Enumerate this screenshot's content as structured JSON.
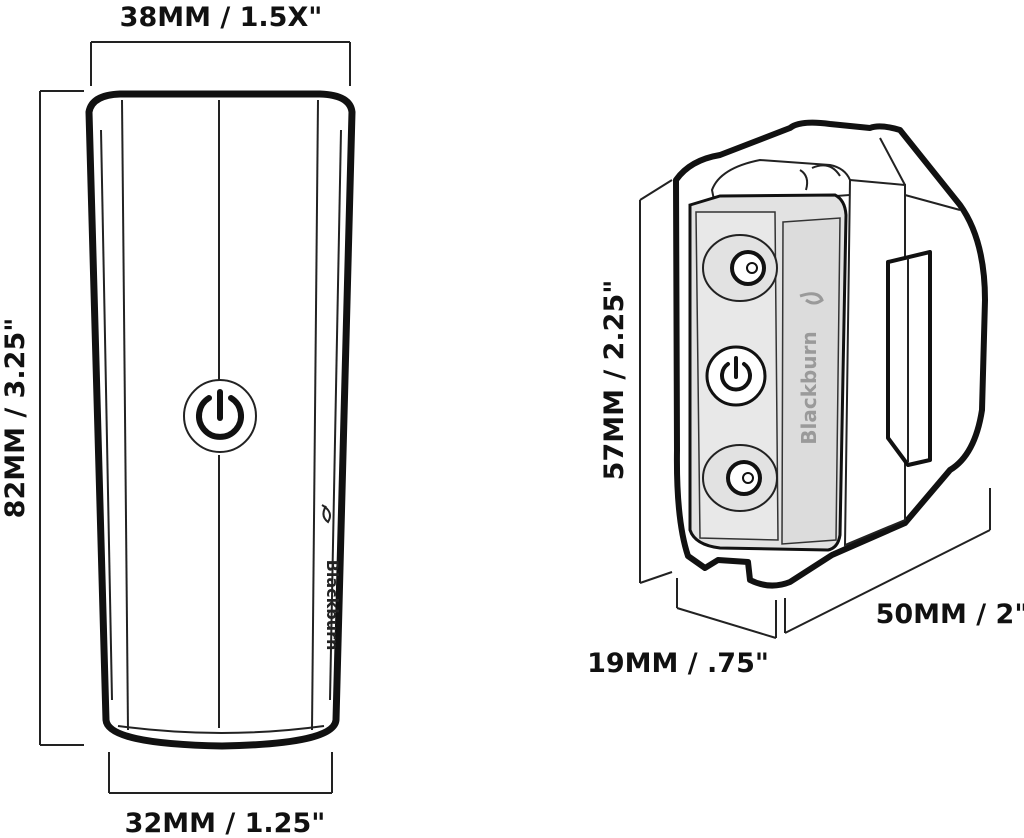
{
  "dimensions": {
    "front_top_width": "38MM / 1.5X\"",
    "front_height": "82MM / 3.25\"",
    "front_bottom_width": "32MM / 1.25\"",
    "side_height": "57MM / 2.25\"",
    "side_depth": "50MM / 2\"",
    "side_thickness": "19MM / .75\""
  },
  "brand": {
    "front_logo": "Blackburn",
    "side_logo": "Blackburn"
  },
  "colors": {
    "outline": "#111111",
    "fill": "#ffffff",
    "face": "#e2e2e2",
    "shade": "#d4d4d4"
  }
}
